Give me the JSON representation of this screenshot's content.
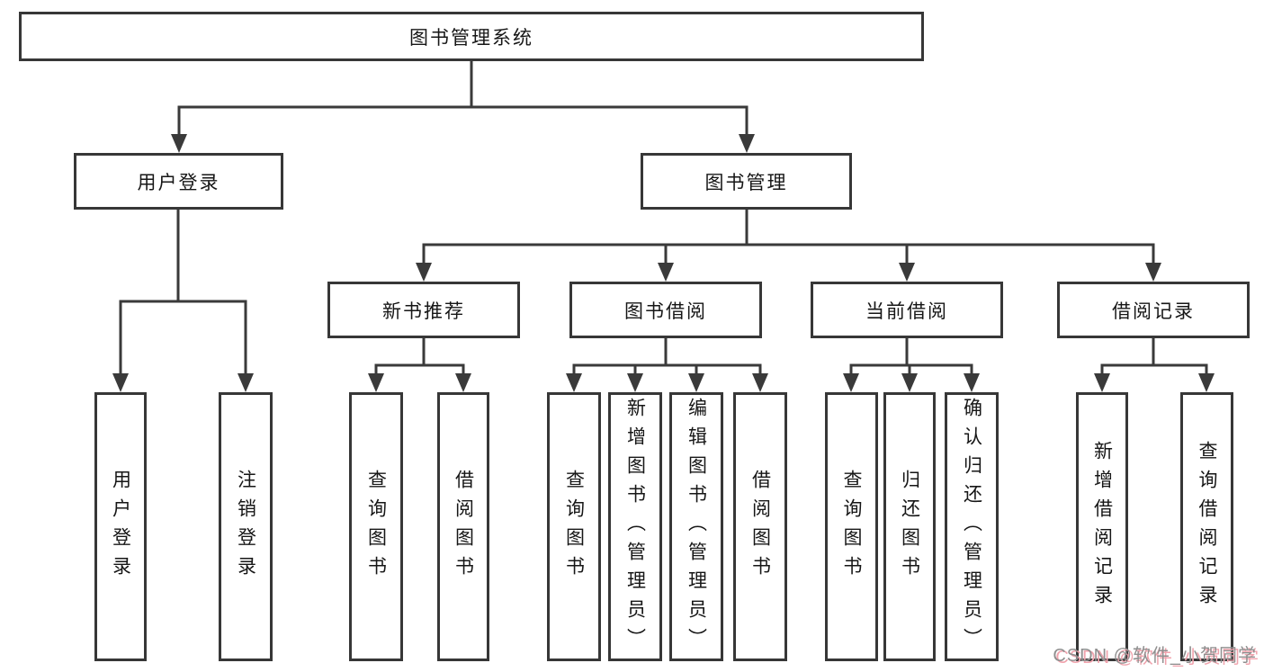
{
  "diagram": {
    "title_node": {
      "label": "图书管理系统"
    },
    "level2": [
      {
        "id": "user-login",
        "label": "用户登录"
      },
      {
        "id": "book-management",
        "label": "图书管理"
      }
    ],
    "level3": [
      {
        "id": "new-book-recommend",
        "label": "新书推荐",
        "parent": "图书管理"
      },
      {
        "id": "book-borrowing",
        "label": "图书借阅",
        "parent": "图书管理"
      },
      {
        "id": "current-borrowing",
        "label": "当前借阅",
        "parent": "图书管理"
      },
      {
        "id": "borrowing-records",
        "label": "借阅记录",
        "parent": "图书管理"
      }
    ],
    "leaves": [
      {
        "id": "user-login-leaf",
        "label": "用户登录",
        "parent": "用户登录"
      },
      {
        "id": "logout-leaf",
        "label": "注销登录",
        "parent": "用户登录"
      },
      {
        "id": "query-books-recommend",
        "label": "查询图书",
        "parent": "新书推荐"
      },
      {
        "id": "borrow-books-recommend",
        "label": "借阅图书",
        "parent": "新书推荐"
      },
      {
        "id": "query-books-borrowing",
        "label": "查询图书",
        "parent": "图书借阅"
      },
      {
        "id": "add-books-admin",
        "label": "新增图书（管理员）",
        "parent": "图书借阅"
      },
      {
        "id": "edit-books-admin",
        "label": "编辑图书（管理员）",
        "parent": "图书借阅"
      },
      {
        "id": "borrow-books-borrowing",
        "label": "借阅图书",
        "parent": "图书借阅"
      },
      {
        "id": "query-books-current",
        "label": "查询图书",
        "parent": "当前借阅"
      },
      {
        "id": "return-books",
        "label": "归还图书",
        "parent": "当前借阅"
      },
      {
        "id": "confirm-return-admin",
        "label": "确认归还（管理员）",
        "parent": "当前借阅"
      },
      {
        "id": "add-borrow-record",
        "label": "新增借阅记录",
        "parent": "借阅记录"
      },
      {
        "id": "query-borrow-record",
        "label": "查询借阅记录",
        "parent": "借阅记录"
      }
    ],
    "line_color": "#3a3a3a",
    "border_color": "#373737",
    "watermark": "CSDN @软件_小贺同学"
  }
}
